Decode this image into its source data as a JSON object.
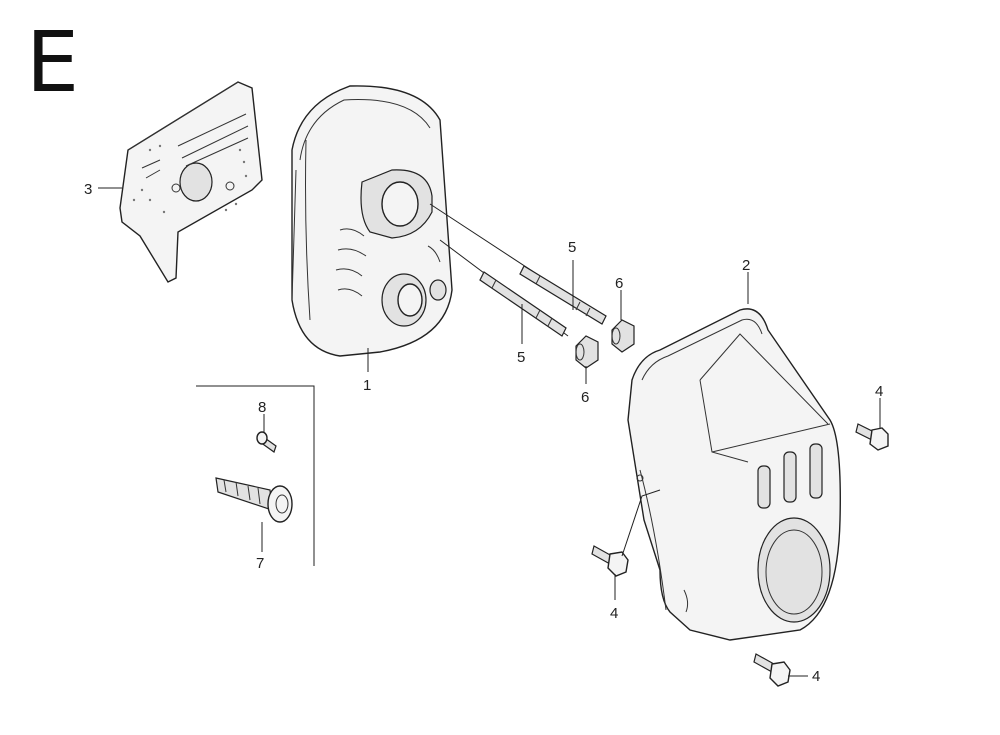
{
  "diagram": {
    "section_letter": "E",
    "callouts": [
      {
        "id": "c1",
        "number": "1"
      },
      {
        "id": "c2",
        "number": "2"
      },
      {
        "id": "c3",
        "number": "3"
      },
      {
        "id": "c4a",
        "number": "4"
      },
      {
        "id": "c4b",
        "number": "4"
      },
      {
        "id": "c4c",
        "number": "4"
      },
      {
        "id": "c5a",
        "number": "5"
      },
      {
        "id": "c5b",
        "number": "5"
      },
      {
        "id": "c6a",
        "number": "6"
      },
      {
        "id": "c6b",
        "number": "6"
      },
      {
        "id": "c7",
        "number": "7"
      },
      {
        "id": "c8",
        "number": "8"
      }
    ]
  }
}
